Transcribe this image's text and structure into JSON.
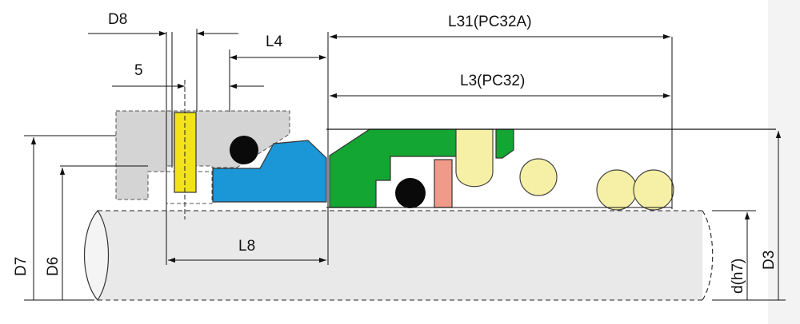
{
  "labels": {
    "d8": "D8",
    "five": "5",
    "l4": "L4",
    "l31": "L31(PC32A)",
    "l3": "L3(PC32)",
    "l8": "L8",
    "d7": "D7",
    "d6": "D6",
    "dh7": "d(h7)",
    "d3": "D3"
  },
  "colors": {
    "seat_gray": "#d5d5d5",
    "pin_yellow": "#f2e21a",
    "face_blue": "#1b96d6",
    "body_green": "#14a633",
    "spring_cream": "#f6f0a6",
    "washer_salmon": "#f29a8a",
    "oring_black": "#0a0a0a",
    "shaft_gray": "#e8e8e8"
  }
}
